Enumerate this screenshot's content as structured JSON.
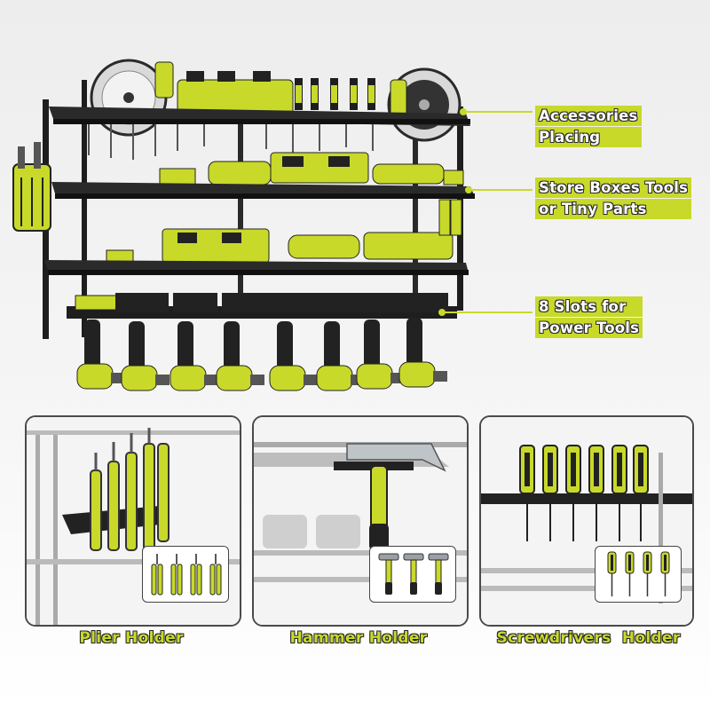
{
  "callouts": {
    "accessories": [
      "Accessories",
      "Placing"
    ],
    "store": [
      "Store Boxes Tools",
      "or Tiny Parts"
    ],
    "slots": [
      "8 Slots for",
      "Power Tools"
    ]
  },
  "panels": {
    "plier_label": "Plier Holder",
    "hammer_label": "Hammer Holder",
    "screwdriver_label": "Screwdrivers  Holder"
  },
  "colors": {
    "accent": "#c8d92a",
    "rack": "#1e1e1e",
    "outline": "#4a4a4a"
  }
}
